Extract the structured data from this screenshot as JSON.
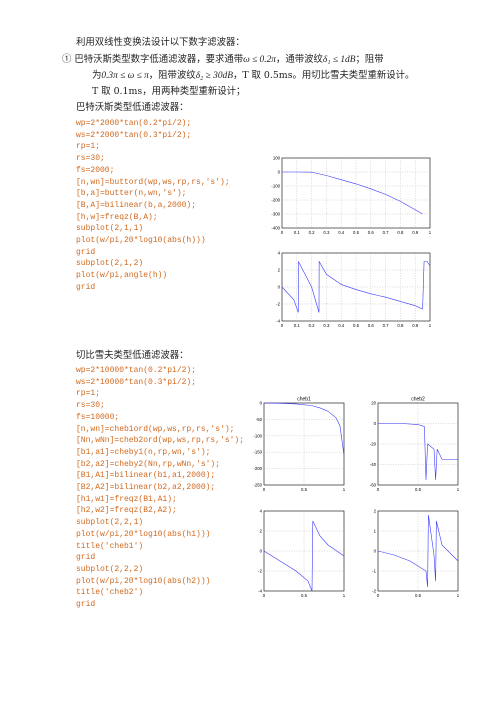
{
  "intro": {
    "heading": "利用双线性变换法设计以下数字滤波器：",
    "line1_a": "① 巴特沃斯类型数字低通滤波器，要求通带",
    "line1_math": "ω ≤ 0.2π",
    "line1_b": "，通带波纹",
    "line1_math2": "δ₁ ≤ 1dB",
    "line1_c": "；阻带",
    "line2_a": "为",
    "line2_math": "0.3π ≤ ω ≤ π",
    "line2_b": "，阻带波纹",
    "line2_math2": "δ₂ ≥ 30dB",
    "line2_c": "，T 取 0.5ms。用切比雪夫类型重新设计。",
    "line3": "T 取 0.1ms，用两种类型重新设计；",
    "section1_title": "巴特沃斯类型低通滤波器："
  },
  "code1": [
    "wp=2*2000*tan(0.2*pi/2);",
    "ws=2*2000*tan(0.3*pi/2);",
    "rp=1;",
    "rs=30;",
    "fs=2000;",
    "[n,wn]=buttord(wp,ws,rp,rs,'s');",
    "[b,a]=butter(n,wn,'s');",
    "[B,A]=bilinear(b,a,2000);",
    "[h,w]=freqz(B,A);",
    "subplot(2,1,1)",
    "plot(w/pi,20*log10(abs(h)))",
    "grid",
    "subplot(2,1,2)",
    "plot(w/pi,angle(h))",
    "grid"
  ],
  "section2_title": "切比雪夫类型低通滤波器：",
  "code2": [
    "wp=2*10000*tan(0.2*pi/2);",
    "ws=2*10000*tan(0.3*pi/2);",
    "rp=1;",
    "rs=30;",
    "fs=10000;",
    "[n,wn]=cheb1ord(wp,ws,rp,rs,'s');",
    "[Nn,wNn]=cheb2ord(wp,ws,rp,rs,'s');",
    "[b1,a1]=cheby1(n,rp,wn,'s');",
    "[b2,a2]=cheby2(Nn,rp,wNn,'s');",
    "[B1,A1]=bilinear(b1,a1,2000);",
    "[B2,A2]=bilinear(b2,a2,2000);",
    "[h1,w1]=freqz(B1,A1);",
    "[h2,w2]=freqz(B2,A2);",
    "subplot(2,2,1)",
    "plot(w/pi,20*log10(abs(h1)))",
    "title('cheb1')",
    "grid",
    "subplot(2,2,2)",
    "plot(w/pi,20*log10(abs(h2)))",
    "title('cheb2')",
    "grid"
  ],
  "chart_data": [
    {
      "type": "line",
      "title": "",
      "xlim": [
        0,
        1
      ],
      "ylim": [
        -400,
        100
      ],
      "xticks": [
        "0",
        "0.1",
        "0.2",
        "0.3",
        "0.4",
        "0.5",
        "0.6",
        "0.7",
        "0.8",
        "0.9",
        "1"
      ],
      "yticks": [
        "100",
        "0",
        "-100",
        "-200",
        "-300",
        "-400"
      ],
      "grid": true,
      "x": [
        0,
        0.1,
        0.2,
        0.3,
        0.4,
        0.5,
        0.6,
        0.7,
        0.8,
        0.9,
        0.95
      ],
      "y": [
        0,
        0,
        -1,
        -25,
        -55,
        -85,
        -120,
        -160,
        -210,
        -270,
        -300
      ]
    },
    {
      "type": "line",
      "title": "",
      "xlim": [
        0,
        1
      ],
      "ylim": [
        -4,
        4
      ],
      "xticks": [
        "0",
        "0.1",
        "0.2",
        "0.3",
        "0.4",
        "0.5",
        "0.6",
        "0.7",
        "0.8",
        "0.9",
        "1"
      ],
      "yticks": [
        "4",
        "2",
        "0",
        "-2",
        "-4"
      ],
      "grid": true,
      "x": [
        0,
        0.08,
        0.11,
        0.111,
        0.2,
        0.25,
        0.251,
        0.3,
        0.4,
        0.5,
        0.6,
        0.7,
        0.8,
        0.9,
        0.95,
        0.96,
        0.98,
        1
      ],
      "y": [
        0,
        -1.5,
        -3,
        3,
        0,
        -3,
        3,
        1.5,
        0.3,
        -0.3,
        -0.8,
        -1.2,
        -1.7,
        -2.2,
        -2.6,
        3,
        3,
        2.5
      ]
    },
    {
      "type": "line",
      "title": "cheb1",
      "xlim": [
        0,
        1
      ],
      "ylim": [
        -250,
        0
      ],
      "xticks": [
        "0",
        "0.5",
        "1"
      ],
      "yticks": [
        "0",
        "-50",
        "-100",
        "-150",
        "-200",
        "-250"
      ],
      "grid": true,
      "x": [
        0,
        0.2,
        0.4,
        0.6,
        0.7,
        0.8,
        0.9,
        0.95,
        1
      ],
      "y": [
        0,
        -1,
        -3,
        -8,
        -15,
        -25,
        -45,
        -70,
        -160
      ]
    },
    {
      "type": "line",
      "title": "cheb2",
      "xlim": [
        0,
        1
      ],
      "ylim": [
        -60,
        20
      ],
      "xticks": [
        "0",
        "0.5",
        "1"
      ],
      "yticks": [
        "20",
        "0",
        "-20",
        "-40",
        "-60"
      ],
      "grid": true,
      "x": [
        0,
        0.3,
        0.5,
        0.58,
        0.6,
        0.62,
        0.7,
        0.72,
        0.74,
        0.8,
        1
      ],
      "y": [
        0,
        0,
        -1,
        -3,
        -55,
        -20,
        -25,
        -55,
        -25,
        -35,
        -35
      ]
    },
    {
      "type": "line",
      "title": "",
      "xlim": [
        0,
        1
      ],
      "ylim": [
        -4,
        4
      ],
      "xticks": [
        "0",
        "0.5",
        "1"
      ],
      "yticks": [
        "4",
        "2",
        "0",
        "-2",
        "-4"
      ],
      "grid": true,
      "x": [
        0,
        0.2,
        0.4,
        0.55,
        0.6,
        0.61,
        0.7,
        0.8,
        1
      ],
      "y": [
        0,
        -1,
        -2,
        -3,
        -4,
        3,
        1.5,
        0.6,
        -0.5
      ]
    },
    {
      "type": "line",
      "title": "",
      "xlim": [
        0,
        1
      ],
      "ylim": [
        -2,
        2
      ],
      "xticks": [
        "0",
        "0.5",
        "1"
      ],
      "yticks": [
        "2",
        "1",
        "0",
        "-1",
        "-2"
      ],
      "grid": true,
      "x": [
        0,
        0.2,
        0.4,
        0.6,
        0.62,
        0.63,
        0.7,
        0.72,
        0.73,
        0.8,
        1
      ],
      "y": [
        0,
        -0.2,
        -0.5,
        -1,
        -1.8,
        1.8,
        -0.2,
        -1.5,
        1.5,
        0.3,
        -0.5
      ]
    }
  ]
}
